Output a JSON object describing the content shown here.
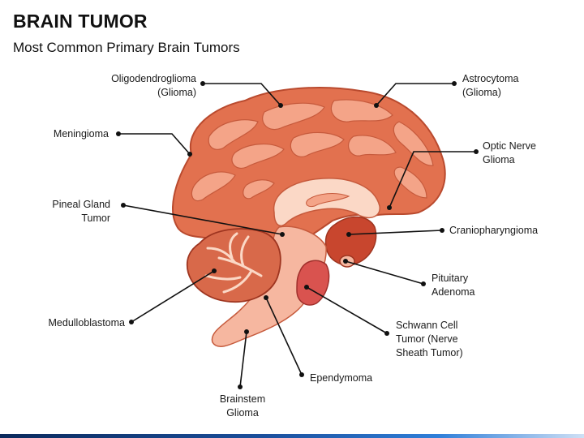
{
  "header": {
    "title": "BRAIN TUMOR",
    "subtitle": "Most Common Primary Brain Tumors"
  },
  "labels": {
    "oligodendroglioma": [
      "Oligodendroglioma",
      "(Glioma)"
    ],
    "astrocytoma": [
      "Astrocytoma",
      "(Glioma)"
    ],
    "meningioma": [
      "Meningioma"
    ],
    "optic_nerve_glioma": [
      "Optic Nerve",
      "Glioma"
    ],
    "pineal_gland_tumor": [
      "Pineal Gland",
      "Tumor"
    ],
    "craniopharyngioma": [
      "Craniopharyngioma"
    ],
    "pituitary_adenoma": [
      "Pituitary",
      "Adenoma"
    ],
    "medulloblastoma": [
      "Medulloblastoma"
    ],
    "schwann_cell_tumor": [
      "Schwann Cell",
      "Tumor (Nerve",
      "Sheath Tumor)"
    ],
    "ependymoma": [
      "Ependymoma"
    ],
    "brainstem_glioma": [
      "Brainstem",
      "Glioma"
    ]
  },
  "colors": {
    "cortex": "#e2714f",
    "cortex_dark": "#b94a2e",
    "gyri_light": "#f4a488",
    "inner_light": "#fbd8c6",
    "brainstem": "#f6b7a0",
    "cerebellum": "#d8694a",
    "hypothalamus": "#c8462e",
    "leader_line": "#111111",
    "bottom_bar": "#1b4f9c"
  }
}
